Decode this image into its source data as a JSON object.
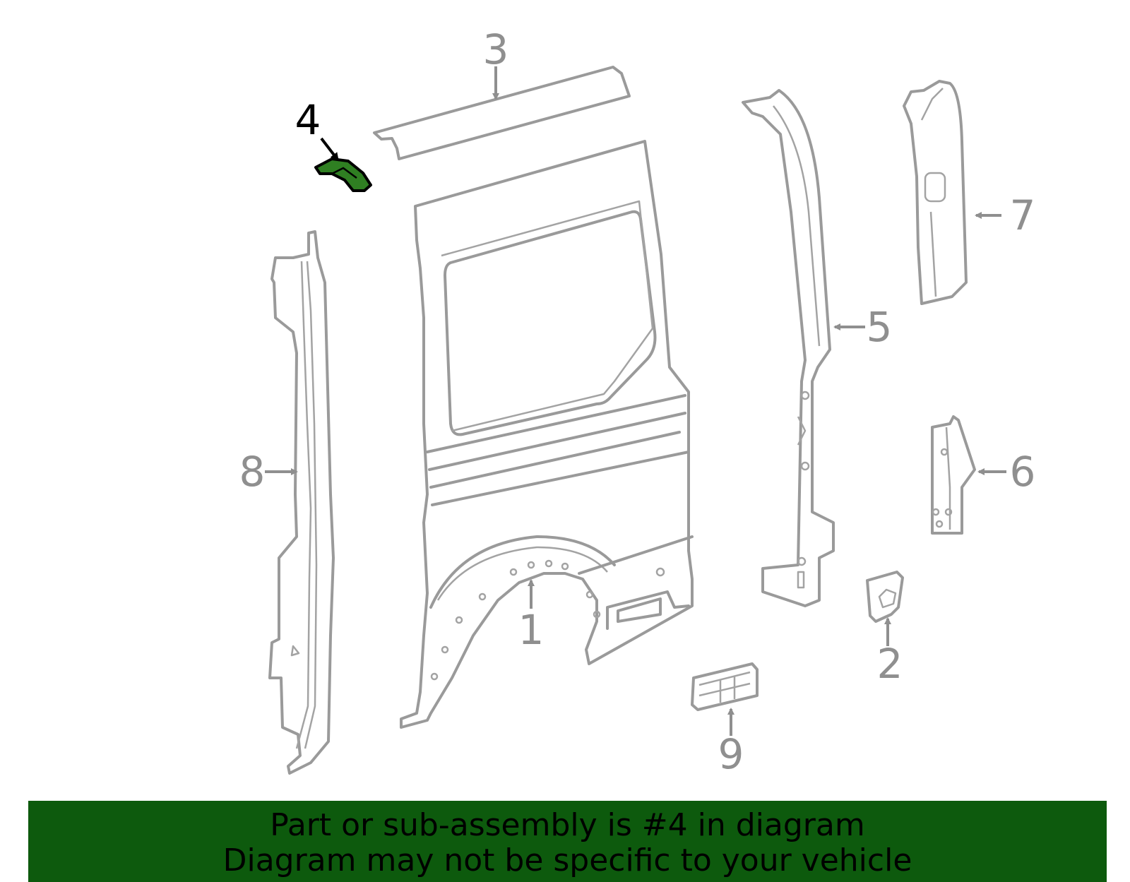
{
  "diagram": {
    "callouts": [
      {
        "label": "1"
      },
      {
        "label": "2"
      },
      {
        "label": "3"
      },
      {
        "label": "4"
      },
      {
        "label": "5"
      },
      {
        "label": "6"
      },
      {
        "label": "7"
      },
      {
        "label": "8"
      },
      {
        "label": "9"
      }
    ],
    "highlighted_part": "4"
  },
  "banner": {
    "line1": "Part or sub-assembly is #4 in diagram",
    "line2": "Diagram may not be specific to your vehicle"
  },
  "colors": {
    "banner_bg": "#0d5a0d",
    "highlight_fill": "#2f7f22",
    "line_gray": "#9a9a9a"
  }
}
